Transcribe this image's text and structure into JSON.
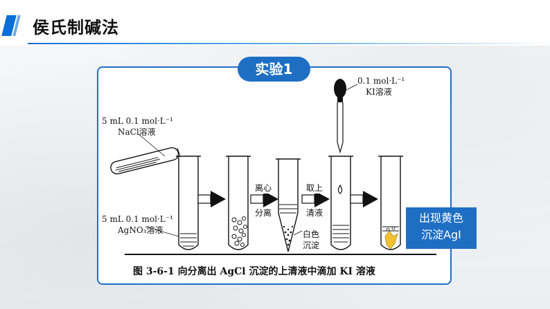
{
  "header": {
    "title": "侯氏制碱法"
  },
  "badge": {
    "label": "实验1"
  },
  "figure": {
    "label_nacl_line1": "5 mL 0.1 mol·L⁻¹",
    "label_nacl_line2": "NaCl溶液",
    "label_agno3_line1": "5 mL 0.1 mol·L⁻¹",
    "label_agno3_line2": "AgNO₃溶液",
    "label_ki_line1": "0.1 mol·L⁻¹",
    "label_ki_line2": "KI溶液",
    "step_centrifuge_line1": "离心",
    "step_centrifuge_line2": "分离",
    "step_take_line1": "取上",
    "step_take_line2": "清液",
    "label_white_line1": "白色",
    "label_white_line2": "沉淀",
    "caption": "图 3-6-1    向分离出 AgCl 沉淀的上清液中滴加 KI 溶液"
  },
  "result": {
    "line1": "出现黄色",
    "line2": "沉淀AgI"
  },
  "colors": {
    "accent": "#1e6fc4",
    "precipitate_yellow": "#f2c230"
  }
}
